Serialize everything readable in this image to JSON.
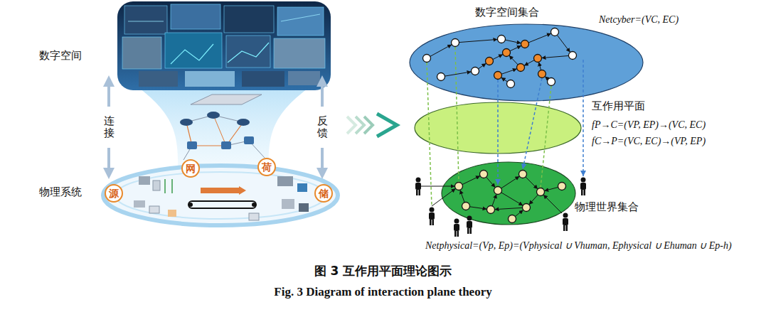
{
  "diagram": {
    "caption": "图 3 互作用平面理论图示",
    "nodes": [
      {
        "text": [
          "网"
        ]
      },
      {
        "text": [
          "荷"
        ]
      },
      {
        "text": [
          "源"
        ]
      },
      {
        "text": [
          "储"
        ]
      },
      {
        "text": [
          "数字空间集合"
        ]
      },
      {
        "text": [
          "互作用平面"
        ]
      },
      {
        "text": [
          "物理世界集合"
        ]
      }
    ],
    "labels": [
      "数字空间",
      "连接",
      "反馈",
      "物理系统",
      "Netcyber=(VC, EC)",
      "fP→C=(VP, EP)→(VC, EC)",
      "fC→P=(VC, EC)→(VP, EP)",
      "Netphysical=(Vp, Ep)=(Vphysical ∪ Vhuman, Ephysical ∪ Ehuman ∪ Ep-h)",
      "Fig. 3 Diagram of interaction plane theory"
    ]
  }
}
